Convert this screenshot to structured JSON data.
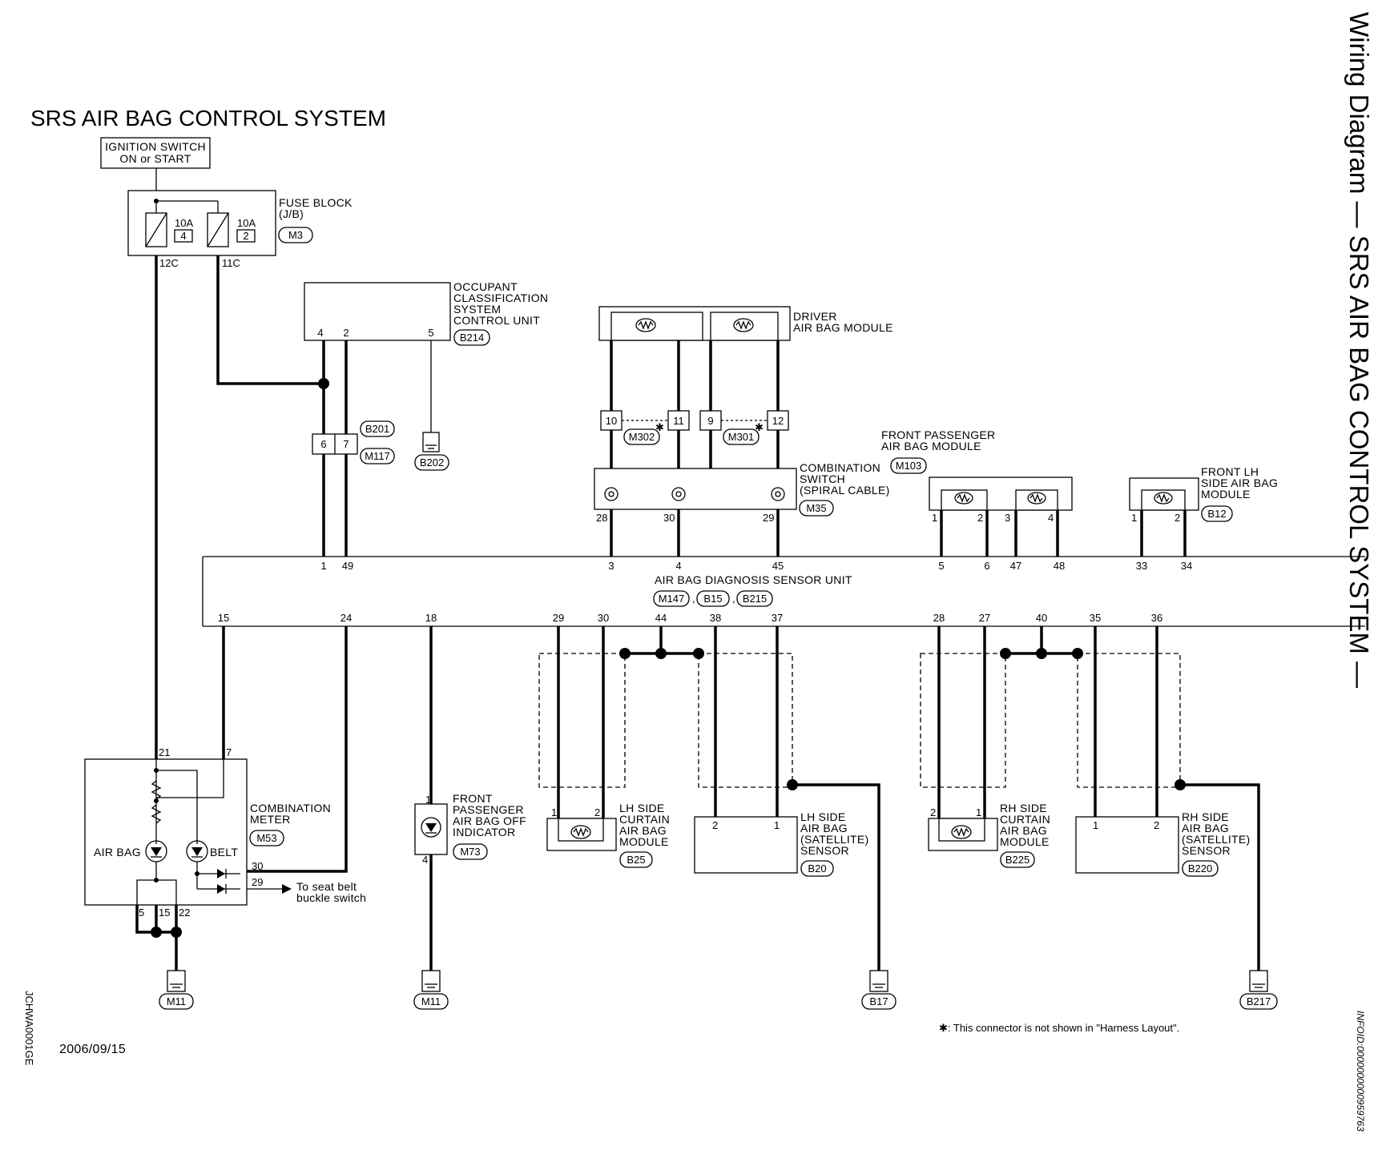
{
  "title": "SRS AIR BAG CONTROL SYSTEM",
  "side_title": "Wiring Diagram — SRS AIR BAG CONTROL SYSTEM —",
  "info_id": "INFOID:0000000000959763",
  "doc_code": "JCHWA0001GE",
  "date": "2006/09/15",
  "footnote": "✱: This connector is not shown in \"Harness Layout\".",
  "ignition": {
    "line1": "IGNITION SWITCH",
    "line2": "ON or START"
  },
  "fuse_block": {
    "line1": "FUSE BLOCK",
    "line2": "(J/B)",
    "conn": "M3",
    "fuse1_rating": "10A",
    "fuse1_no": "4",
    "fuse2_rating": "10A",
    "fuse2_no": "2",
    "out1": "12C",
    "out2": "11C"
  },
  "occupant": {
    "l1": "OCCUPANT",
    "l2": "CLASSIFICATION",
    "l3": "SYSTEM",
    "l4": "CONTROL UNIT",
    "conn": "B214",
    "pin_a": "4",
    "pin_b": "2",
    "pin_c": "5"
  },
  "joint": {
    "pin6": "6",
    "pin7": "7",
    "conn1": "B201",
    "conn2": "M117"
  },
  "ground_b202": "B202",
  "driver": {
    "l1": "DRIVER",
    "l2": "AIR BAG MODULE"
  },
  "driver_conn": {
    "p10": "10",
    "p11": "11",
    "p9": "9",
    "p12": "12",
    "c1": "M302",
    "c2": "M301",
    "star": "✱"
  },
  "combo_switch": {
    "l1": "COMBINATION",
    "l2": "SWITCH",
    "l3": "(SPIRAL CABLE)",
    "conn": "M35",
    "p28": "28",
    "p30": "30",
    "p29": "29"
  },
  "front_pass": {
    "l1": "FRONT PASSENGER",
    "l2": "AIR BAG MODULE",
    "conn": "M103",
    "p1": "1",
    "p2": "2",
    "p3": "3",
    "p4": "4"
  },
  "front_lh": {
    "l1": "FRONT LH",
    "l2": "SIDE AIR BAG",
    "l3": "MODULE",
    "conn": "B12",
    "p1": "1",
    "p2": "2"
  },
  "unit": {
    "name": "AIR BAG DIAGNOSIS SENSOR UNIT",
    "c1": "M147",
    "c2": "B15",
    "c3": "B215",
    "top_pins": [
      "1",
      "49",
      "3",
      "4",
      "45",
      "5",
      "6",
      "47",
      "48",
      "33",
      "34"
    ],
    "bottom_pins": [
      "15",
      "24",
      "18",
      "29",
      "30",
      "44",
      "38",
      "37",
      "28",
      "27",
      "40",
      "35",
      "36"
    ]
  },
  "meter": {
    "l1": "COMBINATION",
    "l2": "METER",
    "conn": "M53",
    "airbag": "AIR BAG",
    "belt": "BELT",
    "p21": "21",
    "p7": "7",
    "p30": "30",
    "p29": "29",
    "p5": "5",
    "p15": "15",
    "p22": "22"
  },
  "seatbelt_note": {
    "l1": "To seat belt",
    "l2": "buckle switch"
  },
  "pass_off": {
    "l1": "FRONT",
    "l2": "PASSENGER",
    "l3": "AIR BAG OFF",
    "l4": "INDICATOR",
    "conn": "M73",
    "p1": "1",
    "p4": "4"
  },
  "lh_curtain": {
    "l1": "LH SIDE",
    "l2": "CURTAIN",
    "l3": "AIR BAG",
    "l4": "MODULE",
    "conn": "B25",
    "p1": "1",
    "p2": "2"
  },
  "lh_sensor": {
    "l1": "LH SIDE",
    "l2": "AIR BAG",
    "l3": "(SATELLITE)",
    "l4": "SENSOR",
    "conn": "B20",
    "p2": "2",
    "p1": "1"
  },
  "rh_curtain": {
    "l1": "RH SIDE",
    "l2": "CURTAIN",
    "l3": "AIR BAG",
    "l4": "MODULE",
    "conn": "B225",
    "p2": "2",
    "p1": "1"
  },
  "rh_sensor": {
    "l1": "RH SIDE",
    "l2": "AIR BAG",
    "l3": "(SATELLITE)",
    "l4": "SENSOR",
    "conn": "B220",
    "p1": "1",
    "p2": "2"
  },
  "grounds": {
    "g1": "M11",
    "g2": "M11",
    "g3": "B17",
    "g4": "B217"
  }
}
